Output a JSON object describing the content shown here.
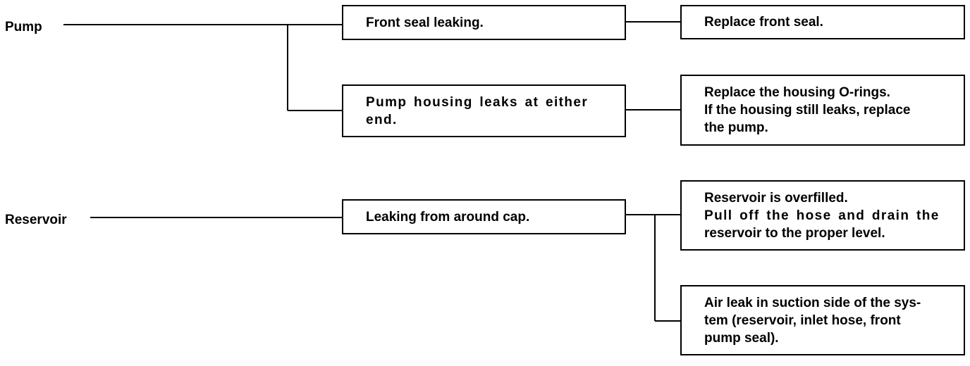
{
  "diagram": {
    "components": [
      {
        "name": "Pump",
        "symptoms": [
          {
            "text": "Front seal leaking.",
            "remedy": [
              "Replace front seal."
            ]
          },
          {
            "text": [
              "Pump housing leaks at either",
              "end."
            ],
            "remedy": [
              "Replace the housing O-rings.",
              "If the housing still leaks, replace",
              "the pump."
            ]
          }
        ]
      },
      {
        "name": "Reservoir",
        "symptoms": [
          {
            "text": "Leaking from around cap.",
            "causes": [
              [
                "Reservoir is overfilled.",
                "Pull off the hose and drain the",
                "reservoir to the proper level."
              ],
              [
                "Air leak in suction side of the sys-",
                "tem (reservoir, inlet hose, front",
                "pump seal)."
              ]
            ]
          }
        ]
      }
    ]
  }
}
